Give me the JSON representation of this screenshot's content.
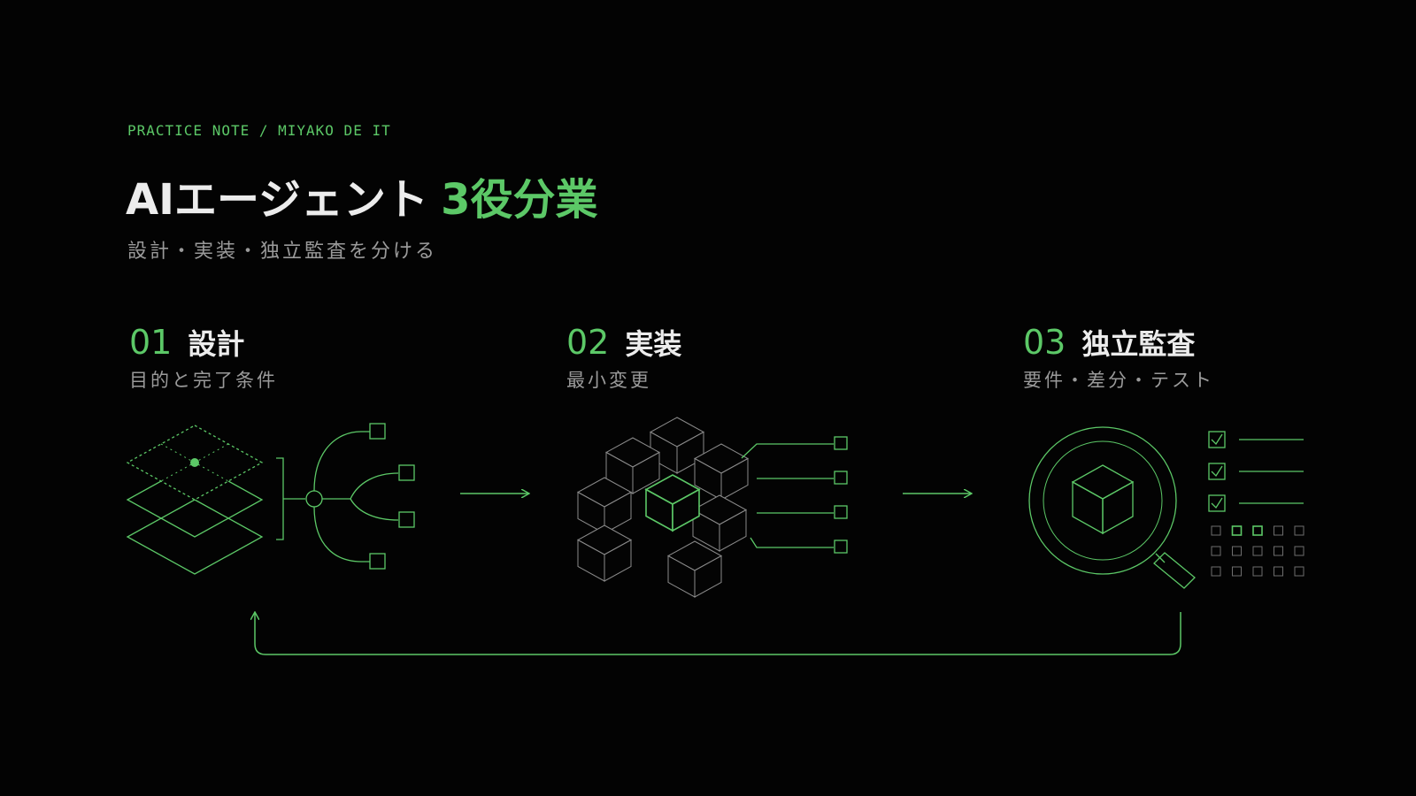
{
  "header": {
    "eyebrow": "PRACTICE NOTE / MIYAKO DE IT",
    "title_main": "AIエージェント",
    "title_accent": "3役分業",
    "subtitle": "設計・実装・独立監査を分ける"
  },
  "steps": [
    {
      "num": "01",
      "name": "設計",
      "desc": "目的と完了条件"
    },
    {
      "num": "02",
      "name": "実装",
      "desc": "最小変更"
    },
    {
      "num": "03",
      "name": "独立監査",
      "desc": "要件・差分・テスト"
    }
  ],
  "colors": {
    "background": "#030303",
    "accent": "#5cc867",
    "text": "#ececec",
    "muted": "#9a9a9a"
  }
}
